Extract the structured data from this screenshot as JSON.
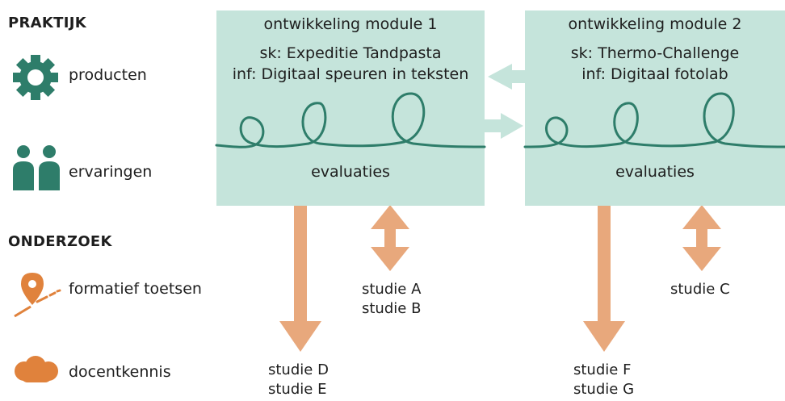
{
  "praktijk": {
    "heading": "PRAKTIJK",
    "items": [
      {
        "label": "producten",
        "icon": "gear-icon"
      },
      {
        "label": "ervaringen",
        "icon": "people-icon"
      }
    ]
  },
  "onderzoek": {
    "heading": "ONDERZOEK",
    "items": [
      {
        "label": "formatief toetsen",
        "icon": "map-pin-icon"
      },
      {
        "label": "docentkennis",
        "icon": "cloud-icon"
      }
    ]
  },
  "modules": [
    {
      "title": "ontwikkeling module 1",
      "line1": "sk: Expeditie Tandpasta",
      "line2": "inf: Digitaal speuren in teksten",
      "evaluation": "evaluaties",
      "studies_bidirectional": [
        "studie A",
        "studie B"
      ],
      "studies_down": [
        "studie D",
        "studie E"
      ]
    },
    {
      "title": "ontwikkeling module 2",
      "line1": "sk: Thermo-Challenge",
      "line2": "inf: Digitaal fotolab",
      "evaluation": "evaluaties",
      "studies_bidirectional": [
        "studie C"
      ],
      "studies_down": [
        "studie F",
        "studie G"
      ]
    }
  ],
  "colors": {
    "teal_dark": "#2e7d6a",
    "box_fill": "#c5e4db",
    "connector": "#c5e4db",
    "orange": "#e8a87c",
    "orange_icon": "#e0823c"
  }
}
